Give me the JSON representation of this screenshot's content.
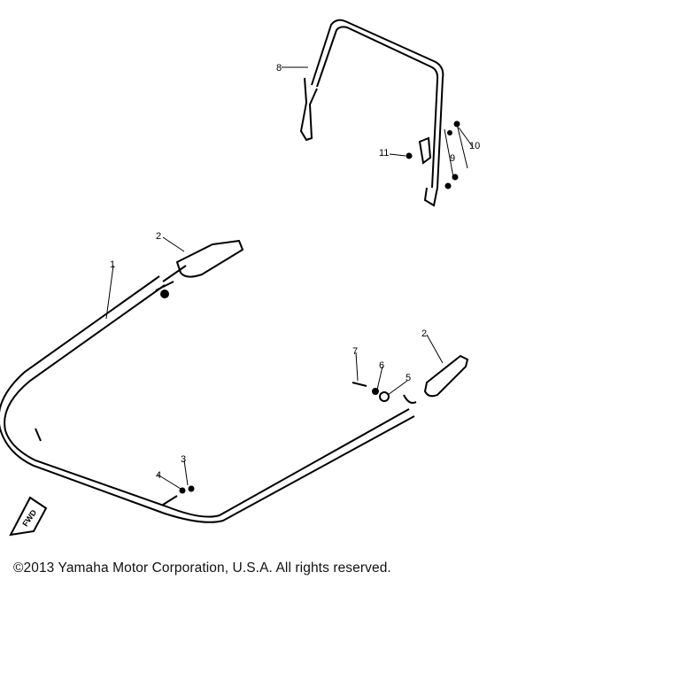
{
  "diagram": {
    "callouts": {
      "c1": "1",
      "c2a": "2",
      "c2b": "2",
      "c3": "3",
      "c4": "4",
      "c5": "5",
      "c6": "6",
      "c7": "7",
      "c8": "8",
      "c9": "9",
      "c10": "10",
      "c11": "11"
    },
    "fwd_label": "FWD"
  },
  "footer": {
    "copyright": "©2013 Yamaha Motor Corporation, U.S.A. All rights reserved."
  }
}
